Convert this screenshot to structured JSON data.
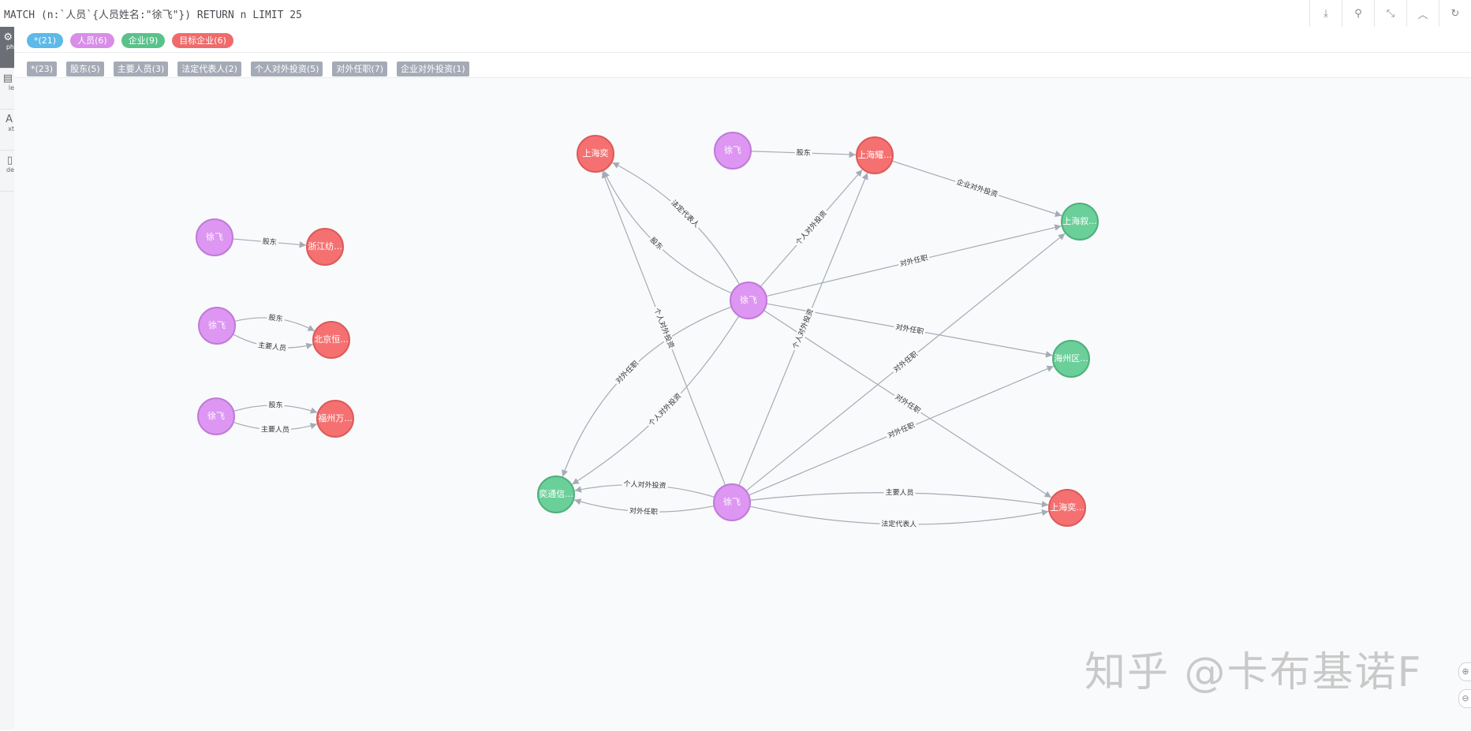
{
  "query": "MATCH (n:`人员`{人员姓名:\"徐飞\"}) RETURN n LIMIT 25",
  "toolbar": {
    "icons": [
      "download-icon",
      "pin-icon",
      "collapse-icon",
      "chevron-up-icon",
      "refresh-icon"
    ],
    "glyphs": [
      "⤓",
      "⚲",
      "⤡",
      "︿",
      "↻"
    ]
  },
  "rail": {
    "items": [
      {
        "label": "ph",
        "glyph": "⚙",
        "active": true
      },
      {
        "label": "le",
        "glyph": "▤",
        "active": false
      },
      {
        "label": "xt",
        "glyph": "A",
        "active": false
      },
      {
        "label": "de",
        "glyph": "▯",
        "active": false
      }
    ]
  },
  "labels": [
    {
      "text": "*(21)",
      "color": "#5db9e8"
    },
    {
      "text": "人员(6)",
      "color": "#d88ee8"
    },
    {
      "text": "企业(9)",
      "color": "#59c28a"
    },
    {
      "text": "目标企业(6)",
      "color": "#ef6b6b"
    }
  ],
  "rel_types": [
    "*(23)",
    "股东(5)",
    "主要人员(3)",
    "法定代表人(2)",
    "个人对外投资(5)",
    "对外任职(7)",
    "企业对外投资(1)"
  ],
  "colors": {
    "person": "#dd96f2",
    "person_border": "#c07ad8",
    "target": "#f57171",
    "target_border": "#dd5a5a",
    "company": "#6bcf9a",
    "company_border": "#4fb07c",
    "edge": "#a5abb6"
  },
  "graph": {
    "nodes": [
      {
        "id": "p1",
        "label": "徐飞",
        "type": "person"
      },
      {
        "id": "c1",
        "label": "浙江纺...",
        "type": "target"
      },
      {
        "id": "p2",
        "label": "徐飞",
        "type": "person"
      },
      {
        "id": "c2",
        "label": "北京恒...",
        "type": "target"
      },
      {
        "id": "p3",
        "label": "徐飞",
        "type": "person"
      },
      {
        "id": "c3",
        "label": "福州万...",
        "type": "target"
      },
      {
        "id": "t1",
        "label": "上海奕",
        "type": "target"
      },
      {
        "id": "p4",
        "label": "徐飞",
        "type": "person"
      },
      {
        "id": "t2",
        "label": "上海耀...",
        "type": "target"
      },
      {
        "id": "g1",
        "label": "上海叙...",
        "type": "company"
      },
      {
        "id": "p5",
        "label": "徐飞",
        "type": "person"
      },
      {
        "id": "g2",
        "label": "海州区...",
        "type": "company"
      },
      {
        "id": "g3",
        "label": "奕通信...",
        "type": "company"
      },
      {
        "id": "p6",
        "label": "徐飞",
        "type": "person"
      },
      {
        "id": "t3",
        "label": "上海奕...",
        "type": "target"
      }
    ],
    "edges": [
      {
        "from": "p1",
        "to": "c1",
        "label": "股东",
        "curve": 0
      },
      {
        "from": "p2",
        "to": "c2",
        "label": "股东",
        "curve": -14
      },
      {
        "from": "p2",
        "to": "c2",
        "label": "主要人员",
        "curve": 14
      },
      {
        "from": "p3",
        "to": "c3",
        "label": "股东",
        "curve": -12
      },
      {
        "from": "p3",
        "to": "c3",
        "label": "主要人员",
        "curve": 12
      },
      {
        "from": "p4",
        "to": "t2",
        "label": "股东",
        "curve": 0
      },
      {
        "from": "t2",
        "to": "g1",
        "label": "企业对外投资",
        "curve": 0
      },
      {
        "from": "p5",
        "to": "t1",
        "label": "股东",
        "curve": -25
      },
      {
        "from": "p5",
        "to": "t1",
        "label": "法定代表人",
        "curve": 20
      },
      {
        "from": "p5",
        "to": "t2",
        "label": "个人对外投资",
        "curve": 0
      },
      {
        "from": "p5",
        "to": "g1",
        "label": "对外任职",
        "curve": 0
      },
      {
        "from": "p5",
        "to": "g2",
        "label": "对外任职",
        "curve": 0
      },
      {
        "from": "p5",
        "to": "t3",
        "label": "对外任职",
        "curve": 0
      },
      {
        "from": "p5",
        "to": "g3",
        "label": "对外任职",
        "curve": 40
      },
      {
        "from": "p5",
        "to": "g3",
        "label": "个人对外投资",
        "curve": -20
      },
      {
        "from": "p6",
        "to": "t1",
        "label": "个人对外投资",
        "curve": 0
      },
      {
        "from": "p6",
        "to": "t2",
        "label": "个人对外投资",
        "curve": 0
      },
      {
        "from": "p6",
        "to": "g1",
        "label": "对外任职",
        "curve": 0
      },
      {
        "from": "p6",
        "to": "g2",
        "label": "对外任职",
        "curve": 0
      },
      {
        "from": "p6",
        "to": "g3",
        "label": "对外任职",
        "curve": -14
      },
      {
        "from": "p6",
        "to": "g3",
        "label": "个人对外投资",
        "curve": 14
      },
      {
        "from": "p6",
        "to": "t3",
        "label": "主要人员",
        "curve": -14
      },
      {
        "from": "p6",
        "to": "t3",
        "label": "法定代表人",
        "curve": 22
      }
    ]
  },
  "watermark": "知乎 @卡布基诺F",
  "zoom": {
    "in_glyph": "⊕",
    "out_glyph": "⊖"
  }
}
